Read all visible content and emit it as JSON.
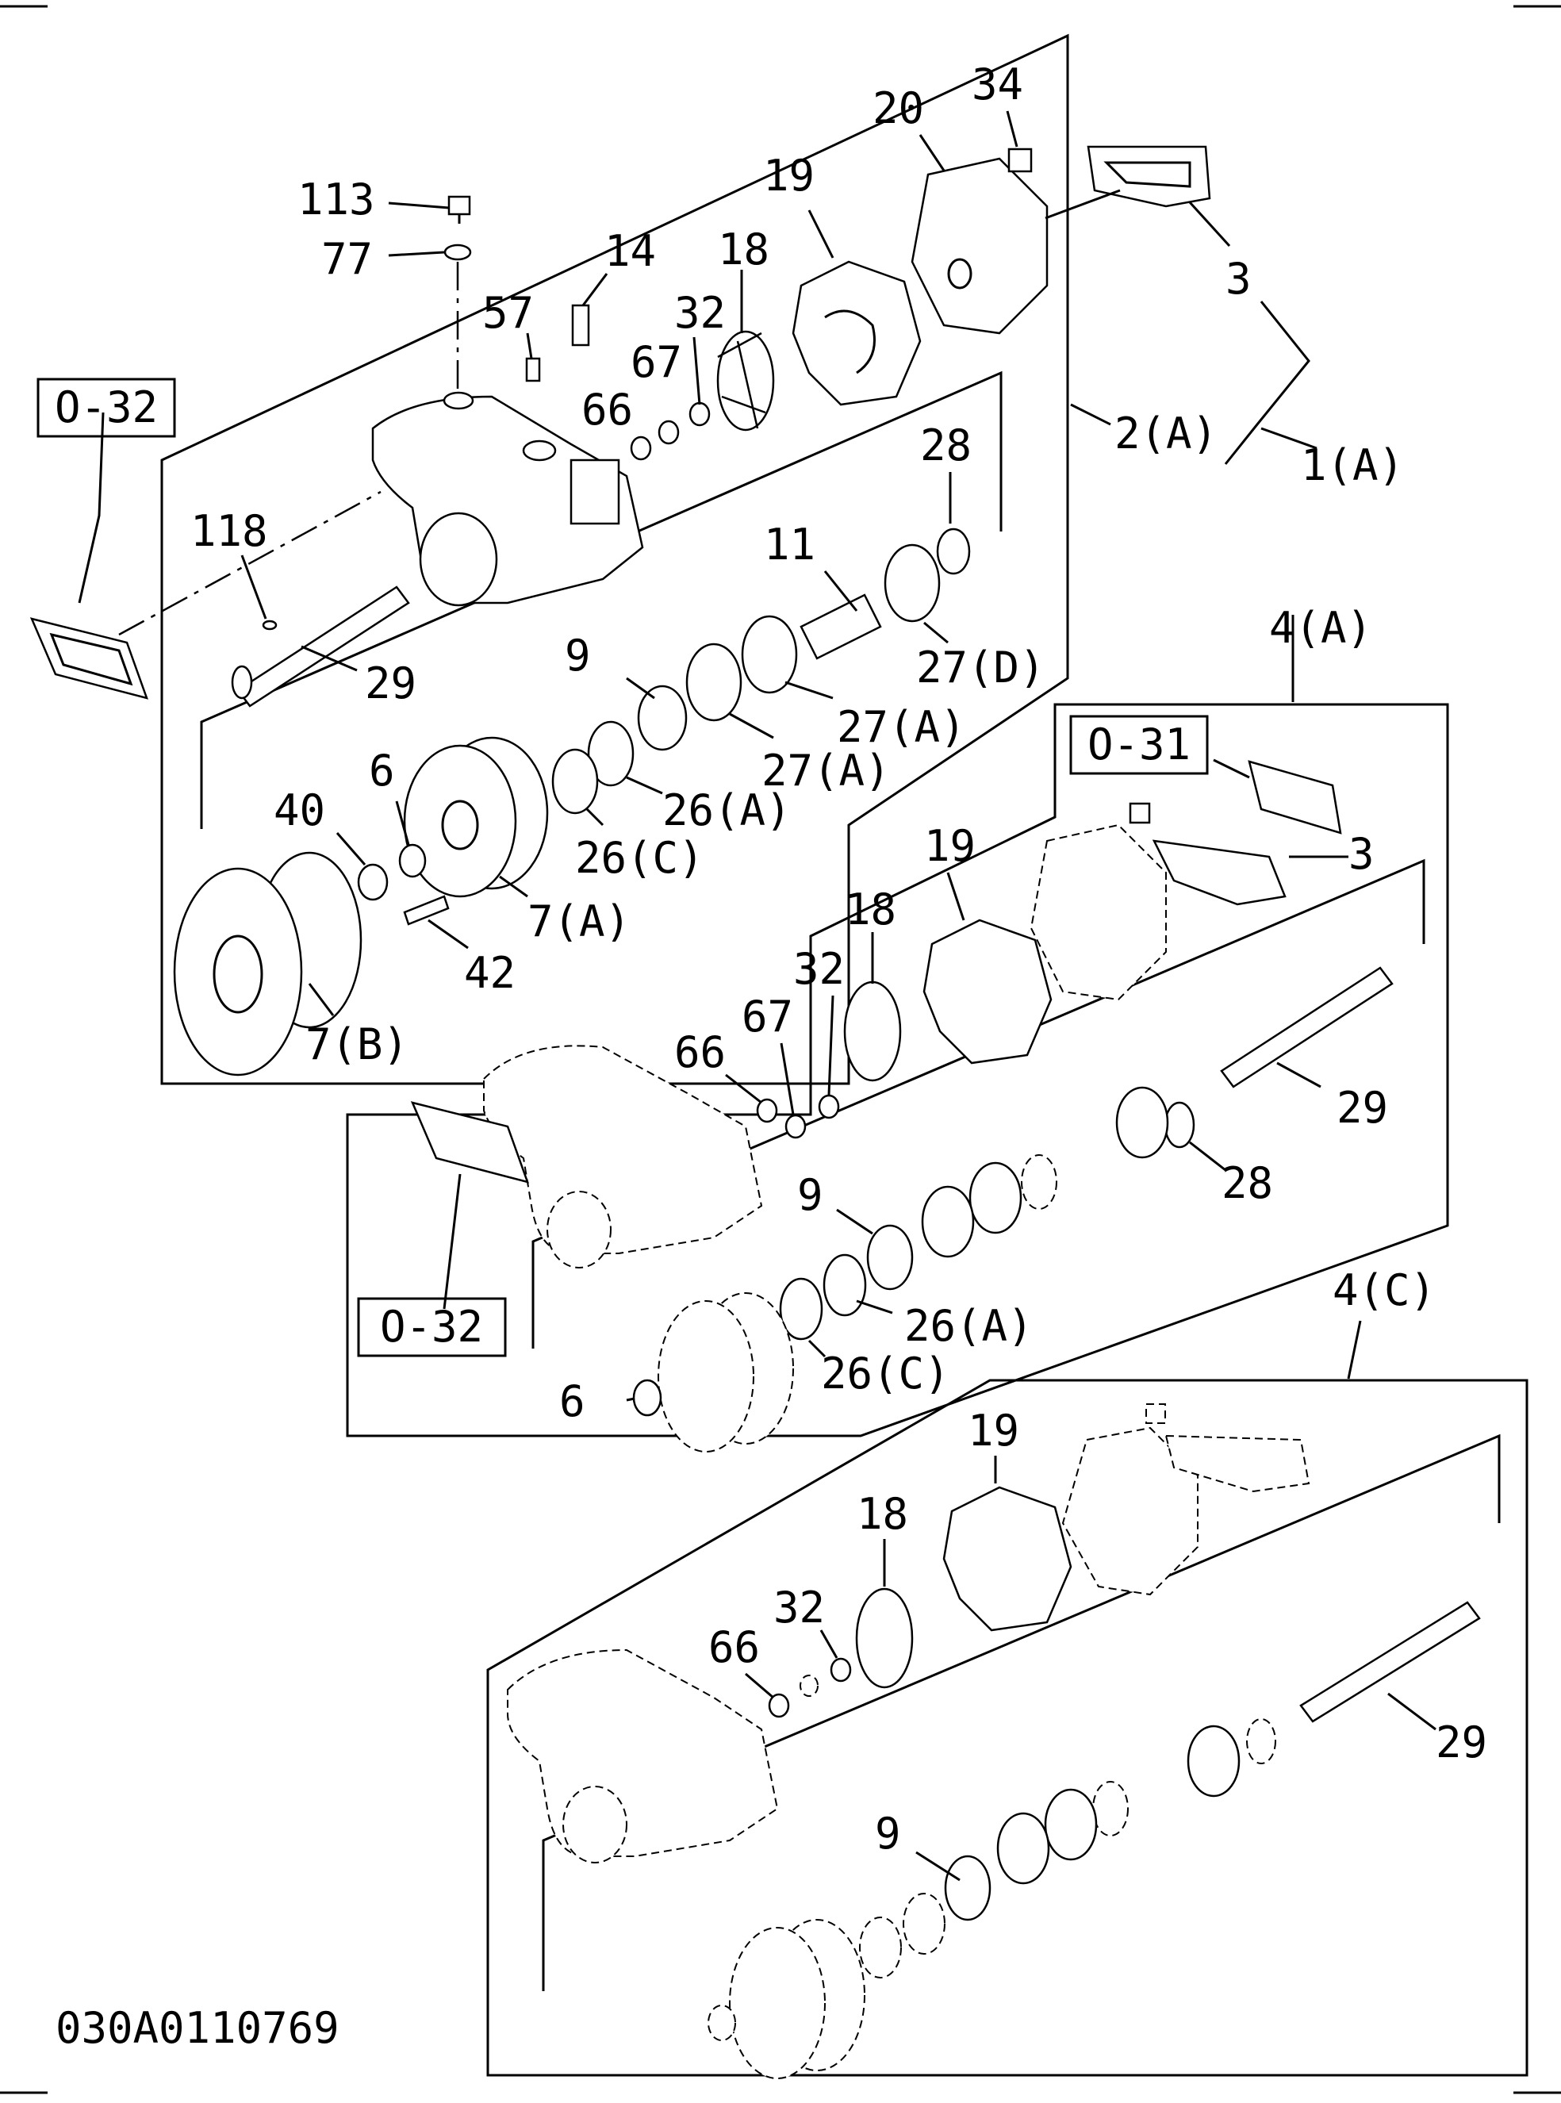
{
  "drawing_code": "030A0110769",
  "ref_boxes": {
    "top_left": "O-32",
    "mid_top": "O-31",
    "mid_left": "O-32"
  },
  "group_labels": {
    "assy_1a": "1(A)",
    "assy_2a": "2(A)",
    "assy_4a": "4(A)",
    "assy_4c": "4(C)"
  },
  "parts": {
    "p113": "113",
    "p77": "77",
    "p14": "14",
    "p57": "57",
    "p32": "32",
    "p18": "18",
    "p19": "19",
    "p20": "20",
    "p34": "34",
    "p3": "3",
    "p67": "67",
    "p66": "66",
    "p28": "28",
    "p118": "118",
    "p11": "11",
    "p29": "29",
    "p9": "9",
    "p27d": "27(D)",
    "p27a1": "27(A)",
    "p27a2": "27(A)",
    "p6": "6",
    "p40": "40",
    "p26a": "26(A)",
    "p26c": "26(C)",
    "p7a": "7(A)",
    "p42": "42",
    "p7b": "7(B)",
    "m3": "3",
    "m19": "19",
    "m18": "18",
    "m32": "32",
    "m67": "67",
    "m66": "66",
    "m29": "29",
    "m28": "28",
    "m9": "9",
    "m26a": "26(A)",
    "m26c": "26(C)",
    "m6": "6",
    "b19": "19",
    "b18": "18",
    "b32": "32",
    "b66": "66",
    "b29": "29",
    "b9": "9"
  }
}
